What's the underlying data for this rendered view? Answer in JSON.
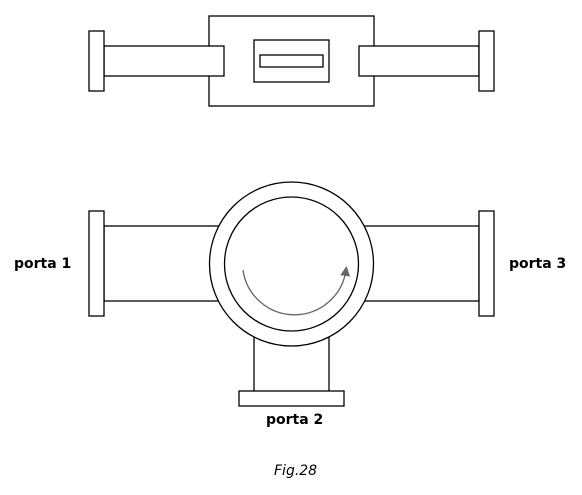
{
  "labels": {
    "port1": "porta 1",
    "port2": "porta 2",
    "port3": "porta 3"
  },
  "caption": "Fig.28",
  "colors": {
    "stroke": "#000000",
    "arrow": "#666666",
    "background": "#ffffff"
  }
}
